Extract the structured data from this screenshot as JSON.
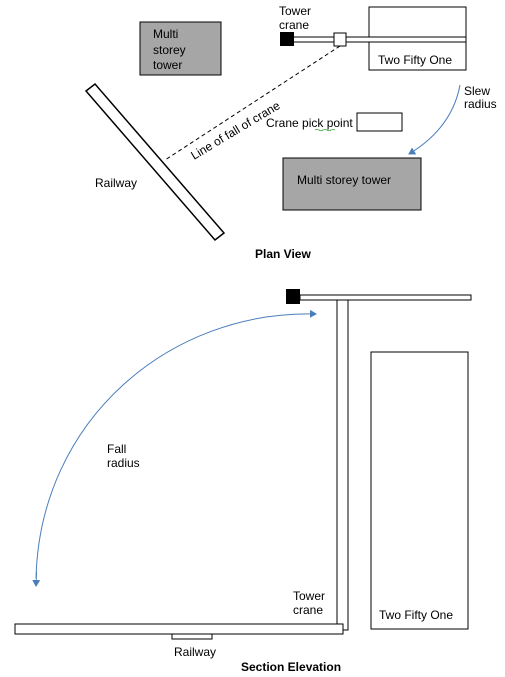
{
  "plan": {
    "title": "Plan View",
    "tower_crane": [
      "Tower",
      "crane"
    ],
    "multi_storey_small": [
      "Multi",
      "storey",
      "tower"
    ],
    "two_fifty_one": "Two Fifty One",
    "slew_radius": [
      "Slew",
      "radius"
    ],
    "line_of_fall": "Line of fall of crane",
    "pick_point": "Crane pick point",
    "railway": "Railway",
    "multi_storey_large": "Multi storey tower"
  },
  "elevation": {
    "title": "Section Elevation",
    "fall_radius": [
      "Fall",
      "radius"
    ],
    "tower_crane": [
      "Tower",
      "crane"
    ],
    "two_fifty_one": "Two Fifty One",
    "railway": "Railway"
  },
  "colors": {
    "building_fill": "#a6a6a6",
    "arrow": "#4a7ebb",
    "outline": "#000000"
  }
}
